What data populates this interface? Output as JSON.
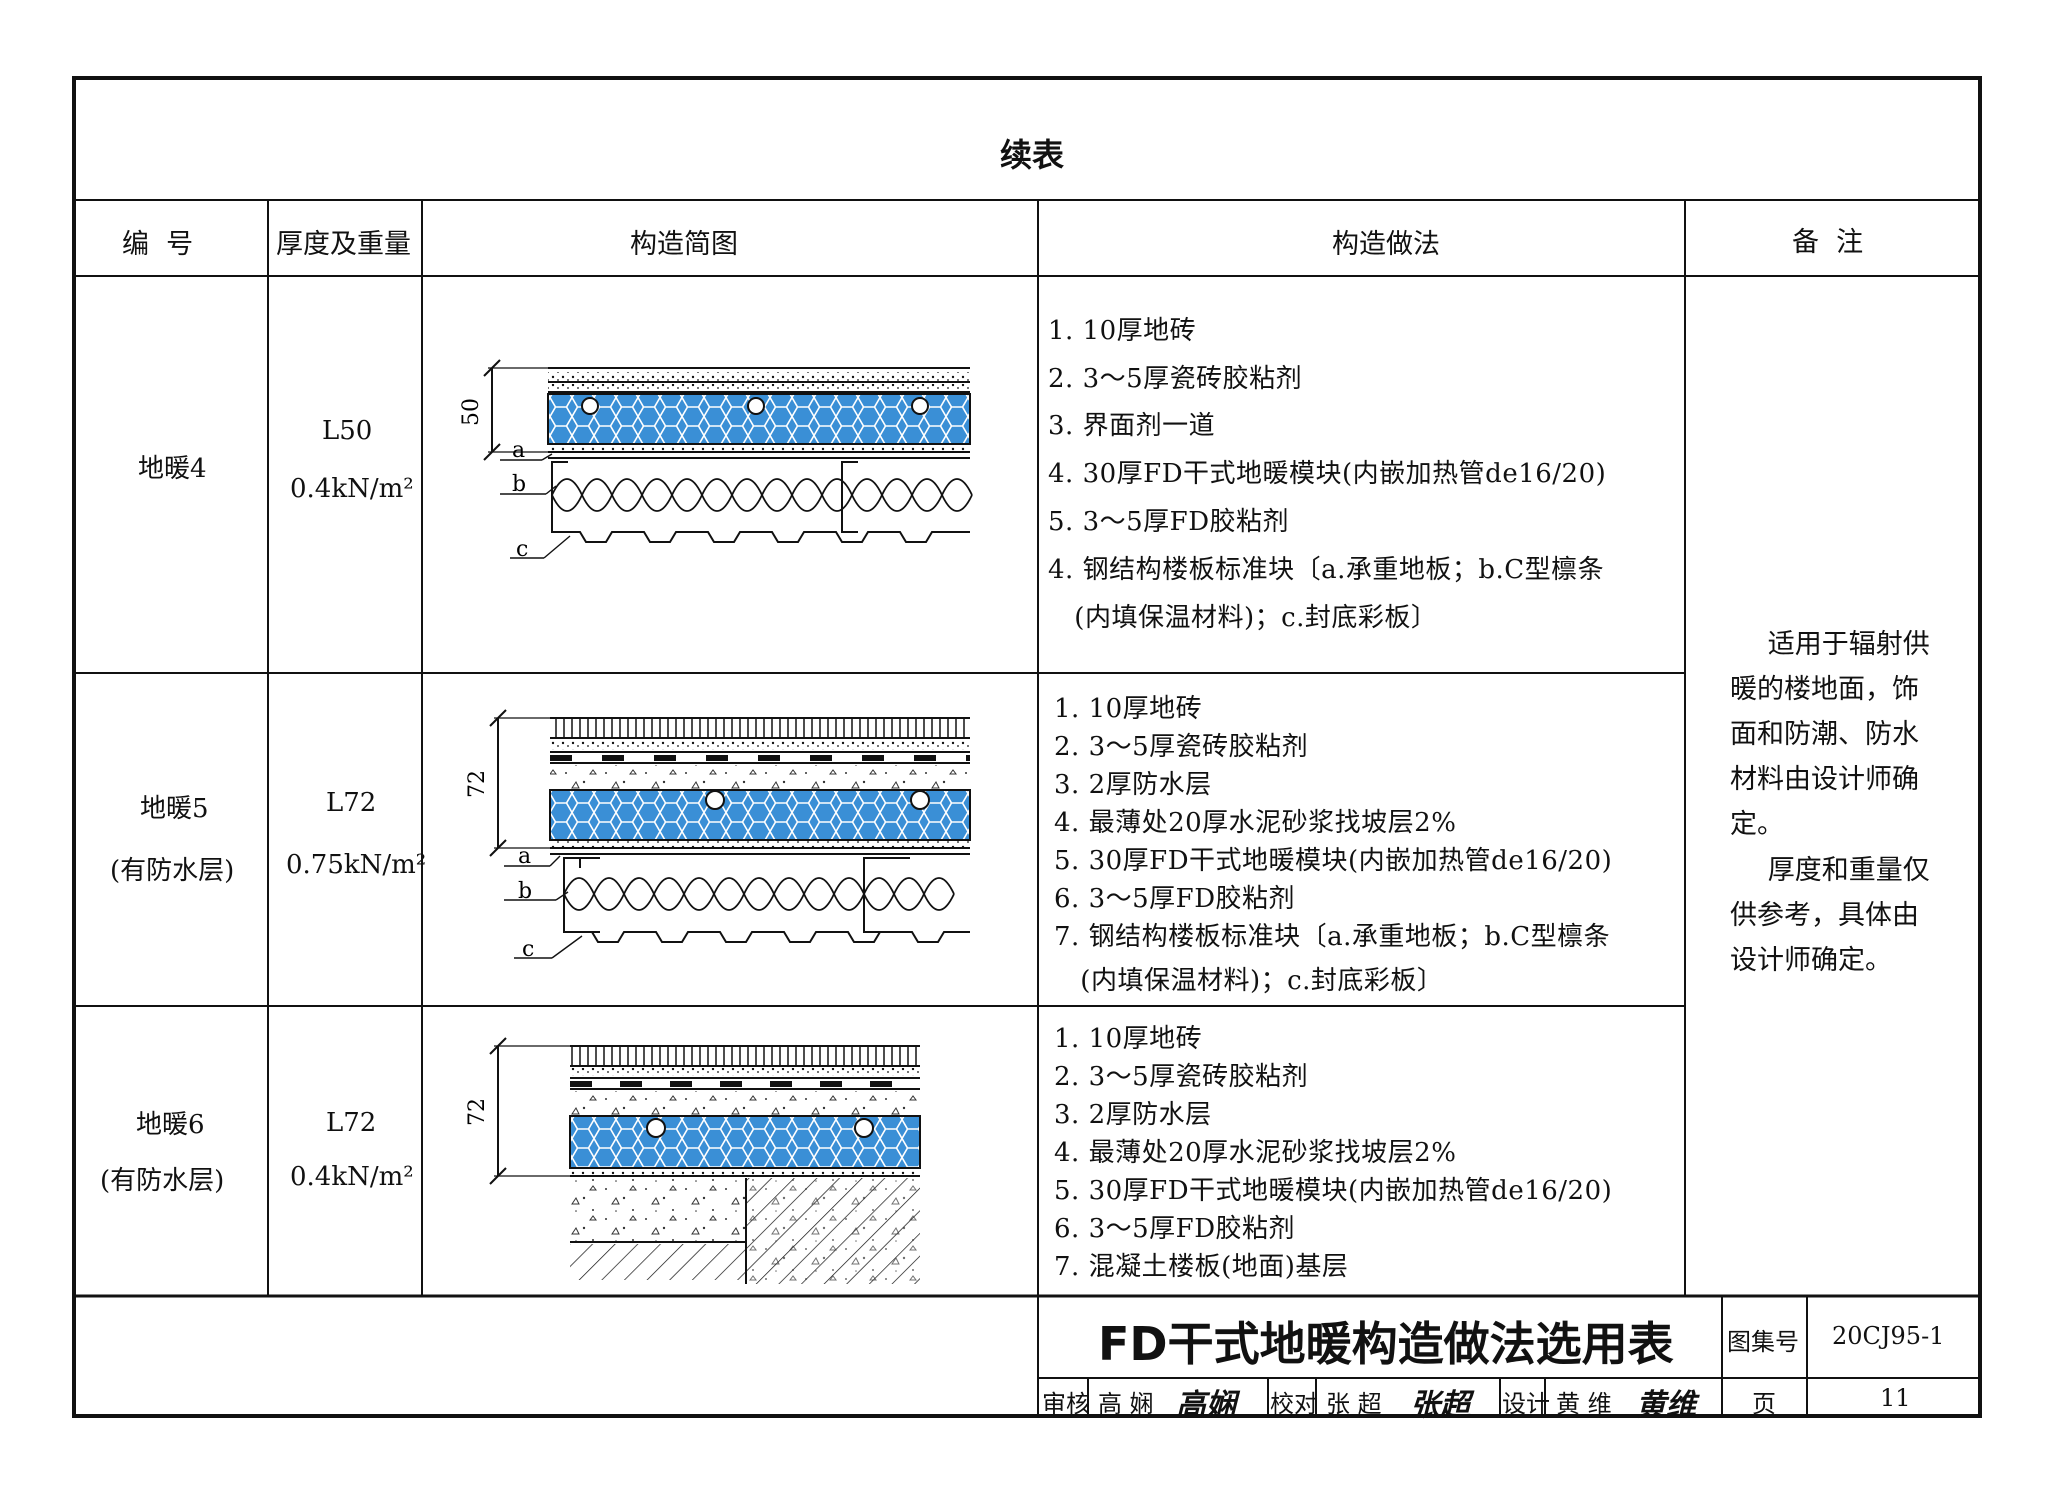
{
  "table_title": "续表",
  "headers": {
    "number": "编  号",
    "thickness_weight": "厚度及重量",
    "diagram": "构造简图",
    "method": "构造做法",
    "remarks": "备  注"
  },
  "rows": [
    {
      "id": "地暖4",
      "sub": "",
      "thickness": "L50",
      "weight": "0.4kN/m²",
      "dim": "50",
      "steps": [
        "1. 10厚地砖",
        "2. 3～5厚瓷砖胶粘剂",
        "3. 界面剂一道",
        "4. 30厚FD干式地暖模块(内嵌加热管de16/20)",
        "5. 3～5厚FD胶粘剂",
        "4. 钢结构楼板标准块〔a.承重地板；b.C型檩条",
        "   (内填保温材料)；c.封底彩板〕"
      ]
    },
    {
      "id": "地暖5",
      "sub": "(有防水层)",
      "thickness": "L72",
      "weight": "0.75kN/m²",
      "dim": "72",
      "steps": [
        "1. 10厚地砖",
        "2. 3～5厚瓷砖胶粘剂",
        "3. 2厚防水层",
        "4. 最薄处20厚水泥砂浆找坡层2%",
        "5. 30厚FD干式地暖模块(内嵌加热管de16/20)",
        "6. 3～5厚FD胶粘剂",
        "7. 钢结构楼板标准块〔a.承重地板；b.C型檩条",
        "   (内填保温材料)；c.封底彩板〕"
      ]
    },
    {
      "id": "地暖6",
      "sub": "(有防水层)",
      "thickness": "L72",
      "weight": "0.4kN/m²",
      "dim": "72",
      "steps": [
        "1. 10厚地砖",
        "2. 3～5厚瓷砖胶粘剂",
        "3. 2厚防水层",
        "4. 最薄处20厚水泥砂浆找坡层2%",
        "5. 30厚FD干式地暖模块(内嵌加热管de16/20)",
        "6. 3～5厚FD胶粘剂",
        "7. 混凝土楼板(地面)基层"
      ]
    }
  ],
  "diagram_labels": {
    "a": "a",
    "b": "b",
    "c": "c"
  },
  "remarks": {
    "p1": "适用于辐射供暖的楼地面，饰面和防潮、防水材料由设计师确定。",
    "p2": "厚度和重量仅供参考，具体由设计师确定。"
  },
  "title_block": {
    "drawing_title": "FD干式地暖构造做法选用表",
    "atlas_label": "图集号",
    "atlas_no": "20CJ95-1",
    "page_label": "页",
    "page_no": "11",
    "review_label": "审核",
    "reviewer": "高 娴",
    "reviewer_sig": "高娴",
    "check_label": "校对",
    "checker": "张 超",
    "checker_sig": "张超",
    "design_label": "设计",
    "designer": "黄 维",
    "designer_sig": "黄维"
  },
  "colors": {
    "insulation_fill": "#3a8fd6",
    "line": "#111111"
  }
}
